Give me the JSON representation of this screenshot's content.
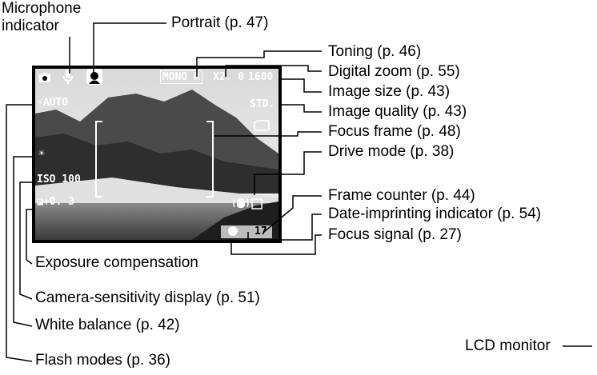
{
  "labels": {
    "microphone_indicator": [
      "Microphone",
      "indicator"
    ],
    "portrait": "Portrait (p. 47)",
    "toning": "Toning (p. 46)",
    "digital_zoom": "Digital zoom (p. 55)",
    "image_size": "Image size (p. 43)",
    "image_quality": "Image quality (p. 43)",
    "focus_frame": "Focus frame (p. 48)",
    "drive_mode": "Drive mode (p. 38)",
    "frame_counter": "Frame counter (p. 44)",
    "date_imprinting": "Date-imprinting indicator (p. 54)",
    "focus_signal": "Focus signal (p. 27)",
    "exposure_compensation": "Exposure compensation",
    "camera_sensitivity": "Camera-sensitivity display (p. 51)",
    "white_balance": "White balance (p. 42)",
    "flash_modes": "Flash modes (p. 36)",
    "lcd_monitor": "LCD monitor"
  },
  "screen": {
    "flash": "AUTO",
    "iso": "ISO 100",
    "exposure": "+0. 3",
    "toning": "MONO R",
    "zoom": "X2. 0",
    "size": "1600",
    "quality": "STD.",
    "frames": "17"
  },
  "colors": {
    "line": "#000000",
    "screen_bg": "#000000",
    "osd_text": "#ffffff"
  }
}
